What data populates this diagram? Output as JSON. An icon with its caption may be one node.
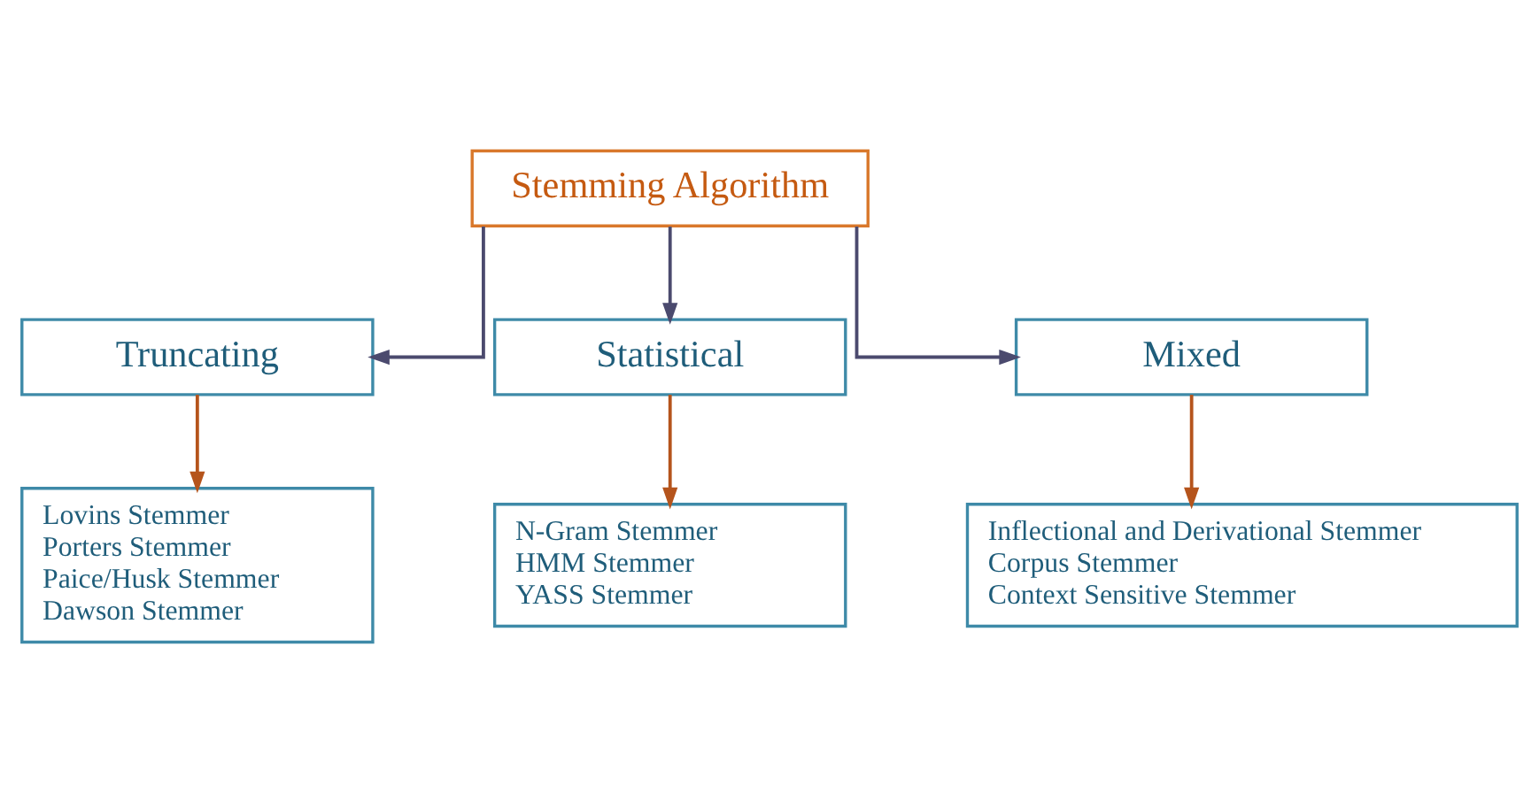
{
  "diagram": {
    "nodes": [
      {
        "text": [
          "Stemming Algorithm"
        ]
      },
      {
        "text": [
          "Truncating"
        ]
      },
      {
        "text": [
          "Statistical"
        ]
      },
      {
        "text": [
          "Mixed"
        ]
      },
      {
        "text": [
          "Lovins Stemmer",
          "Porters Stemmer",
          "Paice/Husk Stemmer",
          "Dawson Stemmer"
        ]
      },
      {
        "text": [
          "N-Gram Stemmer",
          "HMM Stemmer",
          "YASS Stemmer"
        ]
      },
      {
        "text": [
          "Inflectional and Derivational Stemmer",
          "Corpus Stemmer",
          "Context Sensitive Stemmer"
        ]
      }
    ],
    "edges": [
      {
        "from": 0,
        "to": 1,
        "arrow": "to",
        "color": "#4b4a6e"
      },
      {
        "from": 0,
        "to": 2,
        "arrow": "to",
        "color": "#4b4a6e"
      },
      {
        "from": 0,
        "to": 3,
        "arrow": "to",
        "color": "#4b4a6e"
      },
      {
        "from": 1,
        "to": 4,
        "arrow": "to",
        "color": "#b5541c"
      },
      {
        "from": 2,
        "to": 5,
        "arrow": "to",
        "color": "#b5541c"
      },
      {
        "from": 3,
        "to": 6,
        "arrow": "to",
        "color": "#b5541c"
      }
    ]
  }
}
